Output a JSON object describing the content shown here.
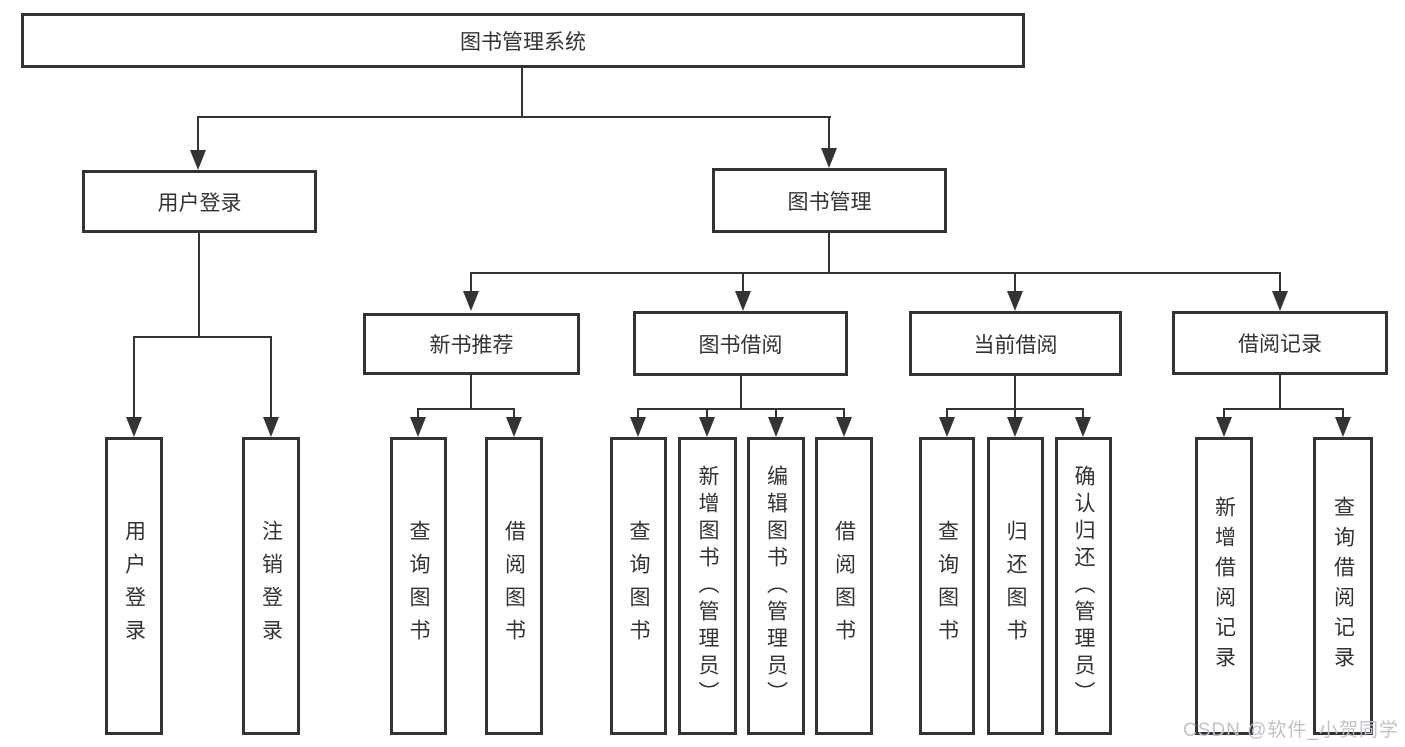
{
  "title": {
    "label": "图书管理系统"
  },
  "nodes": {
    "user_login": "用户登录",
    "book_mgmt": "图书管理",
    "new_book_rec": "新书推荐",
    "book_borrow": "图书借阅",
    "current_borrow": "当前借阅",
    "borrow_record": "借阅记录"
  },
  "leaves": {
    "user_login_leaf": "用户登录",
    "logout": "注销登录",
    "rec_query_book": "查询图书",
    "rec_borrow_book": "借阅图书",
    "bb_query_book": "查询图书",
    "bb_add_book": "新增图书（管理员）",
    "bb_edit_book": "编辑图书（管理员）",
    "bb_borrow_book": "借阅图书",
    "cb_query_book": "查询图书",
    "cb_return_book": "归还图书",
    "cb_confirm_return": "确认归还（管理员）",
    "br_add_record": "新增借阅记录",
    "br_query_record": "查询借阅记录"
  },
  "watermark": "CSDN @软件_小贺同学",
  "colors": {
    "line": "#333333",
    "box_fill": "#ffffff",
    "text": "#333333",
    "watermark": "#bfc3c8"
  }
}
